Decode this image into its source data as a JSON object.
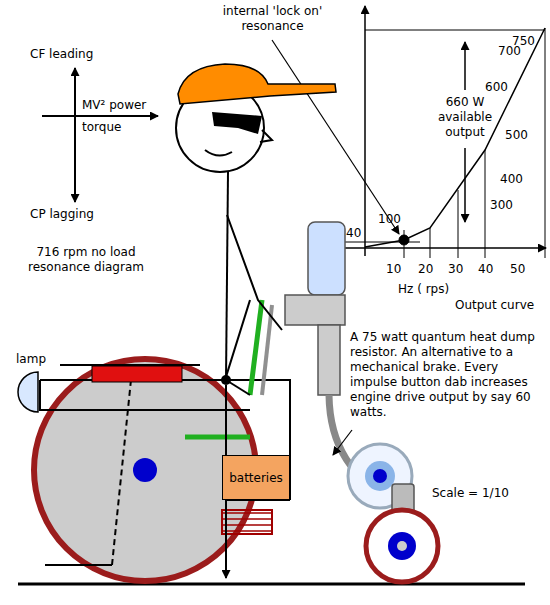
{
  "diagram": {
    "nodes": [
      {
        "text": [
          "batteries"
        ]
      }
    ],
    "labels": [
      "CF leading",
      "MV² power torque",
      "CP lagging",
      "716 rpm no load resonance diagram",
      "internal 'lock on' resonance",
      "750",
      "700",
      "600",
      "500",
      "400",
      "300",
      "100",
      "40",
      "660 W available output",
      "10",
      "20",
      "30",
      "40",
      "50",
      "Hz ( rps)",
      "Output curve",
      "lamp",
      "A 75 watt quantum heat dump resistor. An alternative to a mechanical brake. Every impulse button dab increases engine drive output by say 60 watts.",
      "Scale = 1/10"
    ]
  }
}
